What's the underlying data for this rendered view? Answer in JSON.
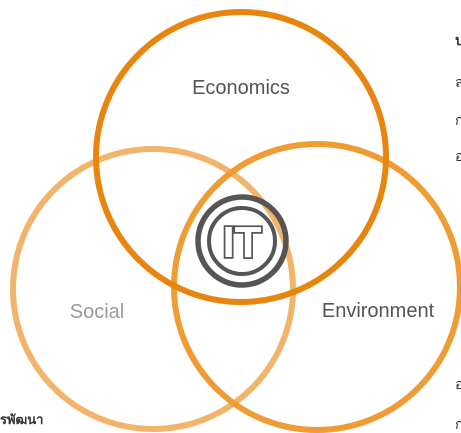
{
  "diagram": {
    "labels": {
      "economics": "Economics",
      "social": "Social",
      "environment": "Environment"
    },
    "colors": {
      "economics": "#E8850F",
      "social": "#F2B46A",
      "environment": "#EE9C33",
      "logo": "#555555"
    },
    "center_logo": {
      "icon": "it-logo-icon",
      "text": "IT"
    }
  },
  "side_text": {
    "right_top": [
      "ป",
      "ล",
      "ก",
      "อ"
    ],
    "right_bottom": [
      "อ",
      "ก"
    ],
    "bottom_left": "รพัฒนา"
  }
}
